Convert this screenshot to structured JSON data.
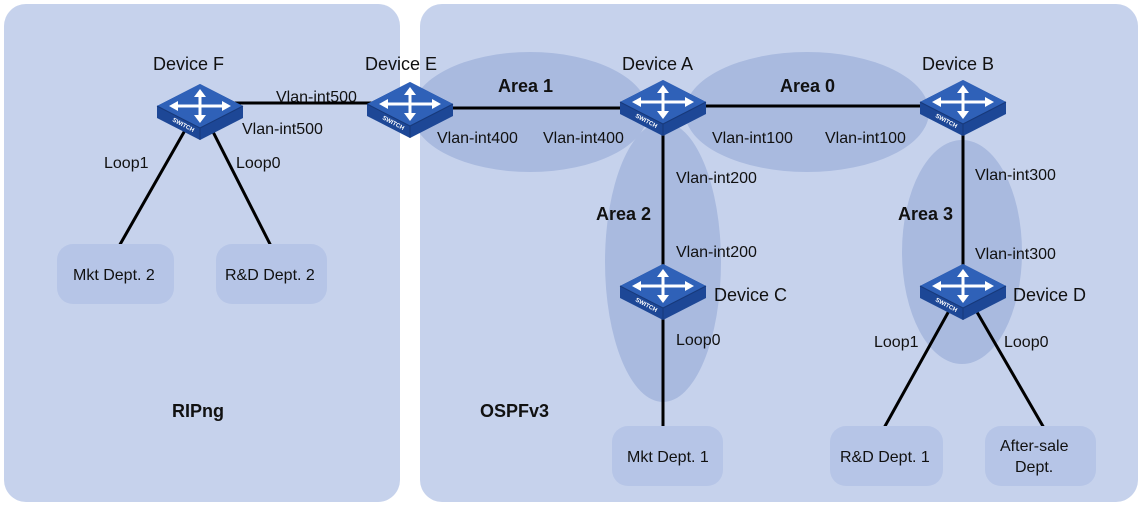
{
  "regions": {
    "ripng_label": "RIPng",
    "ospf_label": "OSPFv3"
  },
  "areas": {
    "area0": "Area 0",
    "area1": "Area 1",
    "area2": "Area 2",
    "area3": "Area 3"
  },
  "devices": {
    "a": "Device A",
    "b": "Device B",
    "c": "Device C",
    "d": "Device D",
    "e": "Device E",
    "f": "Device F"
  },
  "switch_badge": "SWITCH",
  "interfaces": {
    "e_to_f": "Vlan-int500",
    "f_to_e": "Vlan-int500",
    "e_to_a": "Vlan-int400",
    "a_to_e": "Vlan-int400",
    "a_to_b": "Vlan-int100",
    "b_to_a": "Vlan-int100",
    "a_to_c": "Vlan-int200",
    "c_to_a": "Vlan-int200",
    "b_to_d": "Vlan-int300",
    "d_to_b": "Vlan-int300",
    "f_loop1": "Loop1",
    "f_loop0": "Loop0",
    "c_loop0": "Loop0",
    "d_loop1": "Loop1",
    "d_loop0": "Loop0"
  },
  "departments": {
    "mkt2": "Mkt Dept. 2",
    "rd2": "R&D Dept. 2",
    "mkt1": "Mkt Dept. 1",
    "rd1": "R&D Dept. 1",
    "aftersale_line1": "After-sale",
    "aftersale_line2": "Dept."
  },
  "colors": {
    "region_fill": "#c6d2ec",
    "area_fill": "#a9badf",
    "dept_fill": "#b6c5e7",
    "switch_top": "#2f61b8",
    "switch_front": "#1d4796",
    "link": "#000000"
  }
}
